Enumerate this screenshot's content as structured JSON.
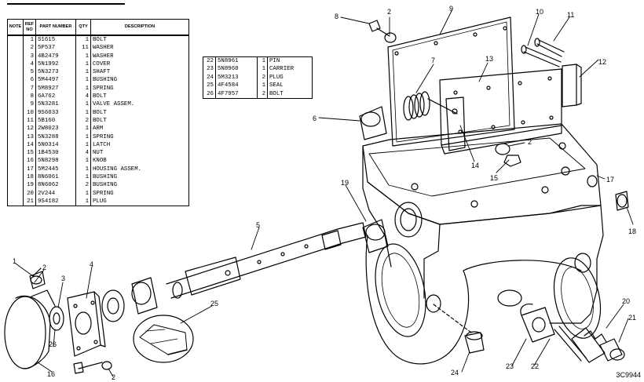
{
  "table1": {
    "headers": [
      "NOTE",
      "REF NO",
      "PART NUMBER",
      "QTY",
      "DESCRIPTION"
    ],
    "rows": [
      {
        "ref": "1",
        "part": "S1615",
        "qty": "1",
        "desc": "BOLT"
      },
      {
        "ref": "2",
        "part": "5P537",
        "qty": "11",
        "desc": "WASHER"
      },
      {
        "ref": "3",
        "part": "4B2479",
        "qty": "1",
        "desc": "WASHER"
      },
      {
        "ref": "4",
        "part": "5N1992",
        "qty": "1",
        "desc": "COVER"
      },
      {
        "ref": "5",
        "part": "5N3273",
        "qty": "1",
        "desc": "SHAFT"
      },
      {
        "ref": "6",
        "part": "5M4497",
        "qty": "1",
        "desc": "BUSHING"
      },
      {
        "ref": "7",
        "part": "5M8927",
        "qty": "1",
        "desc": "SPRING"
      },
      {
        "ref": "8",
        "part": "6A762",
        "qty": "4",
        "desc": "BOLT"
      },
      {
        "ref": "9",
        "part": "5N3281",
        "qty": "1",
        "desc": "VALVE ASSEM."
      },
      {
        "ref": "10",
        "part": "9S6033",
        "qty": "1",
        "desc": "BOLT"
      },
      {
        "ref": "11",
        "part": "5B160",
        "qty": "2",
        "desc": "BOLT"
      },
      {
        "ref": "12",
        "part": "2W8023",
        "qty": "1",
        "desc": "ARM"
      },
      {
        "ref": "13",
        "part": "5N3288",
        "qty": "1",
        "desc": "SPRING"
      },
      {
        "ref": "14",
        "part": "5N0314",
        "qty": "1",
        "desc": "LATCH"
      },
      {
        "ref": "15",
        "part": "1B4530",
        "qty": "4",
        "desc": "NUT"
      },
      {
        "ref": "16",
        "part": "5N8298",
        "qty": "1",
        "desc": "KNOB"
      },
      {
        "ref": "17",
        "part": "5M2445",
        "qty": "1",
        "desc": "HOUSING ASSEM."
      },
      {
        "ref": "18",
        "part": "8N6061",
        "qty": "1",
        "desc": "  BUSHING"
      },
      {
        "ref": "19",
        "part": "8N6062",
        "qty": "2",
        "desc": "  BUSHING"
      },
      {
        "ref": "20",
        "part": "2V244",
        "qty": "1",
        "desc": "SPRING"
      },
      {
        "ref": "21",
        "part": "9S4182",
        "qty": "1",
        "desc": "PLUG"
      }
    ]
  },
  "table2": {
    "rows": [
      {
        "ref": "22",
        "part": "5N8961",
        "qty": "1",
        "desc": "PIN"
      },
      {
        "ref": "23",
        "part": "5N8960",
        "qty": "1",
        "desc": "CARRIER"
      },
      {
        "ref": "24",
        "part": "5M3213",
        "qty": "2",
        "desc": "PLUG"
      },
      {
        "ref": "25",
        "part": "4F4584",
        "qty": "1",
        "desc": "SEAL"
      },
      {
        "ref": "26",
        "part": "4F7957",
        "qty": "2",
        "desc": "BOLT"
      }
    ]
  },
  "callouts": {
    "c1": "1",
    "c2a": "2",
    "c3": "3",
    "c4": "4",
    "c5": "5",
    "c6": "6",
    "c7": "7",
    "c8": "8",
    "c2b": "2",
    "c9": "9",
    "c10": "10",
    "c11": "11",
    "c12": "12",
    "c13": "13",
    "c14": "14",
    "c2c": "2",
    "c15": "15",
    "c17": "17",
    "c18": "18",
    "c19": "19",
    "c20": "20",
    "c21": "21",
    "c22": "22",
    "c23": "23",
    "c24": "24",
    "c25": "25",
    "c26": "26",
    "c2d": "2",
    "c16": "16"
  },
  "drawing_number": "3C9944"
}
